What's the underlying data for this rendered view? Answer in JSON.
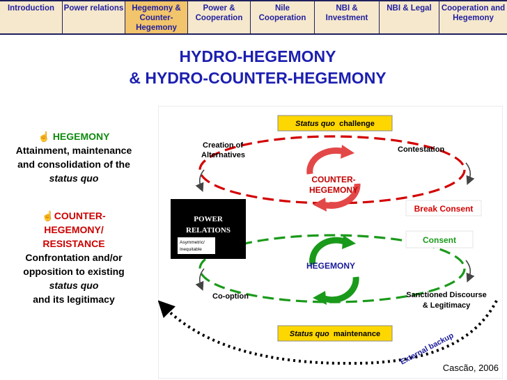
{
  "nav": {
    "tabs": [
      {
        "label": "Introduction",
        "active": false
      },
      {
        "label": "Power relations",
        "active": false
      },
      {
        "label": "Hegemony & Counter-Hegemony",
        "active": true
      },
      {
        "label": "Power & Cooperation",
        "active": false
      },
      {
        "label": "Nile Cooperation",
        "active": false
      },
      {
        "label": "NBI & Investment",
        "active": false
      },
      {
        "label": "NBI & Legal",
        "active": false
      },
      {
        "label": "Cooperation and Hegemony",
        "active": false
      }
    ]
  },
  "title": {
    "line1": "HYDRO-HEGEMONY",
    "line2": "& HYDRO-COUNTER-HEGEMONY"
  },
  "left": {
    "hegemony_heading": "HEGEMONY",
    "hegemony_text1": "Attainment, maintenance and consolidation of the",
    "hegemony_text2": "status quo",
    "counter_heading": "COUNTER-HEGEMONY/ RESISTANCE",
    "counter_text1": "Confrontation and/or opposition to existing",
    "counter_text2": "status quo",
    "counter_text3": "and its legitimacy"
  },
  "diagram": {
    "status_quo_challenge_em": "Status quo",
    "status_quo_challenge_rest": "challenge",
    "status_quo_maintenance_em": "Status quo",
    "status_quo_maintenance_rest": "maintenance",
    "creation_line1": "Creation of",
    "creation_line2": "Alternatives",
    "contestation": "Contestation",
    "counter_hegemony_line1": "COUNTER-",
    "counter_hegemony_line2": "HEGEMONY",
    "power_line1": "POWER",
    "power_line2": "RELATIONS",
    "power_sub1": "Asymmetric/",
    "power_sub2": "Inequitable",
    "break_consent": "Break Consent",
    "consent": "Consent",
    "hegemony": "HEGEMONY",
    "co_option": "Co-option",
    "sanctioned_line1": "Sanctioned Discourse",
    "sanctioned_line2": "& Legitimacy",
    "external_backup": "External backup"
  },
  "credit": "Cascão, 2006",
  "colors": {
    "nav_bg": "#f6e8cc",
    "nav_active": "#f2c46b",
    "title_blue": "#1c1fb0",
    "counter_red": "#cc0000",
    "hegemony_green": "#0f8a0f",
    "status_box": "#ffd700"
  },
  "icons": {
    "hegemony_bullet": "pointing-up-hand-icon",
    "counter_bullet": "pointing-up-hand-icon"
  }
}
